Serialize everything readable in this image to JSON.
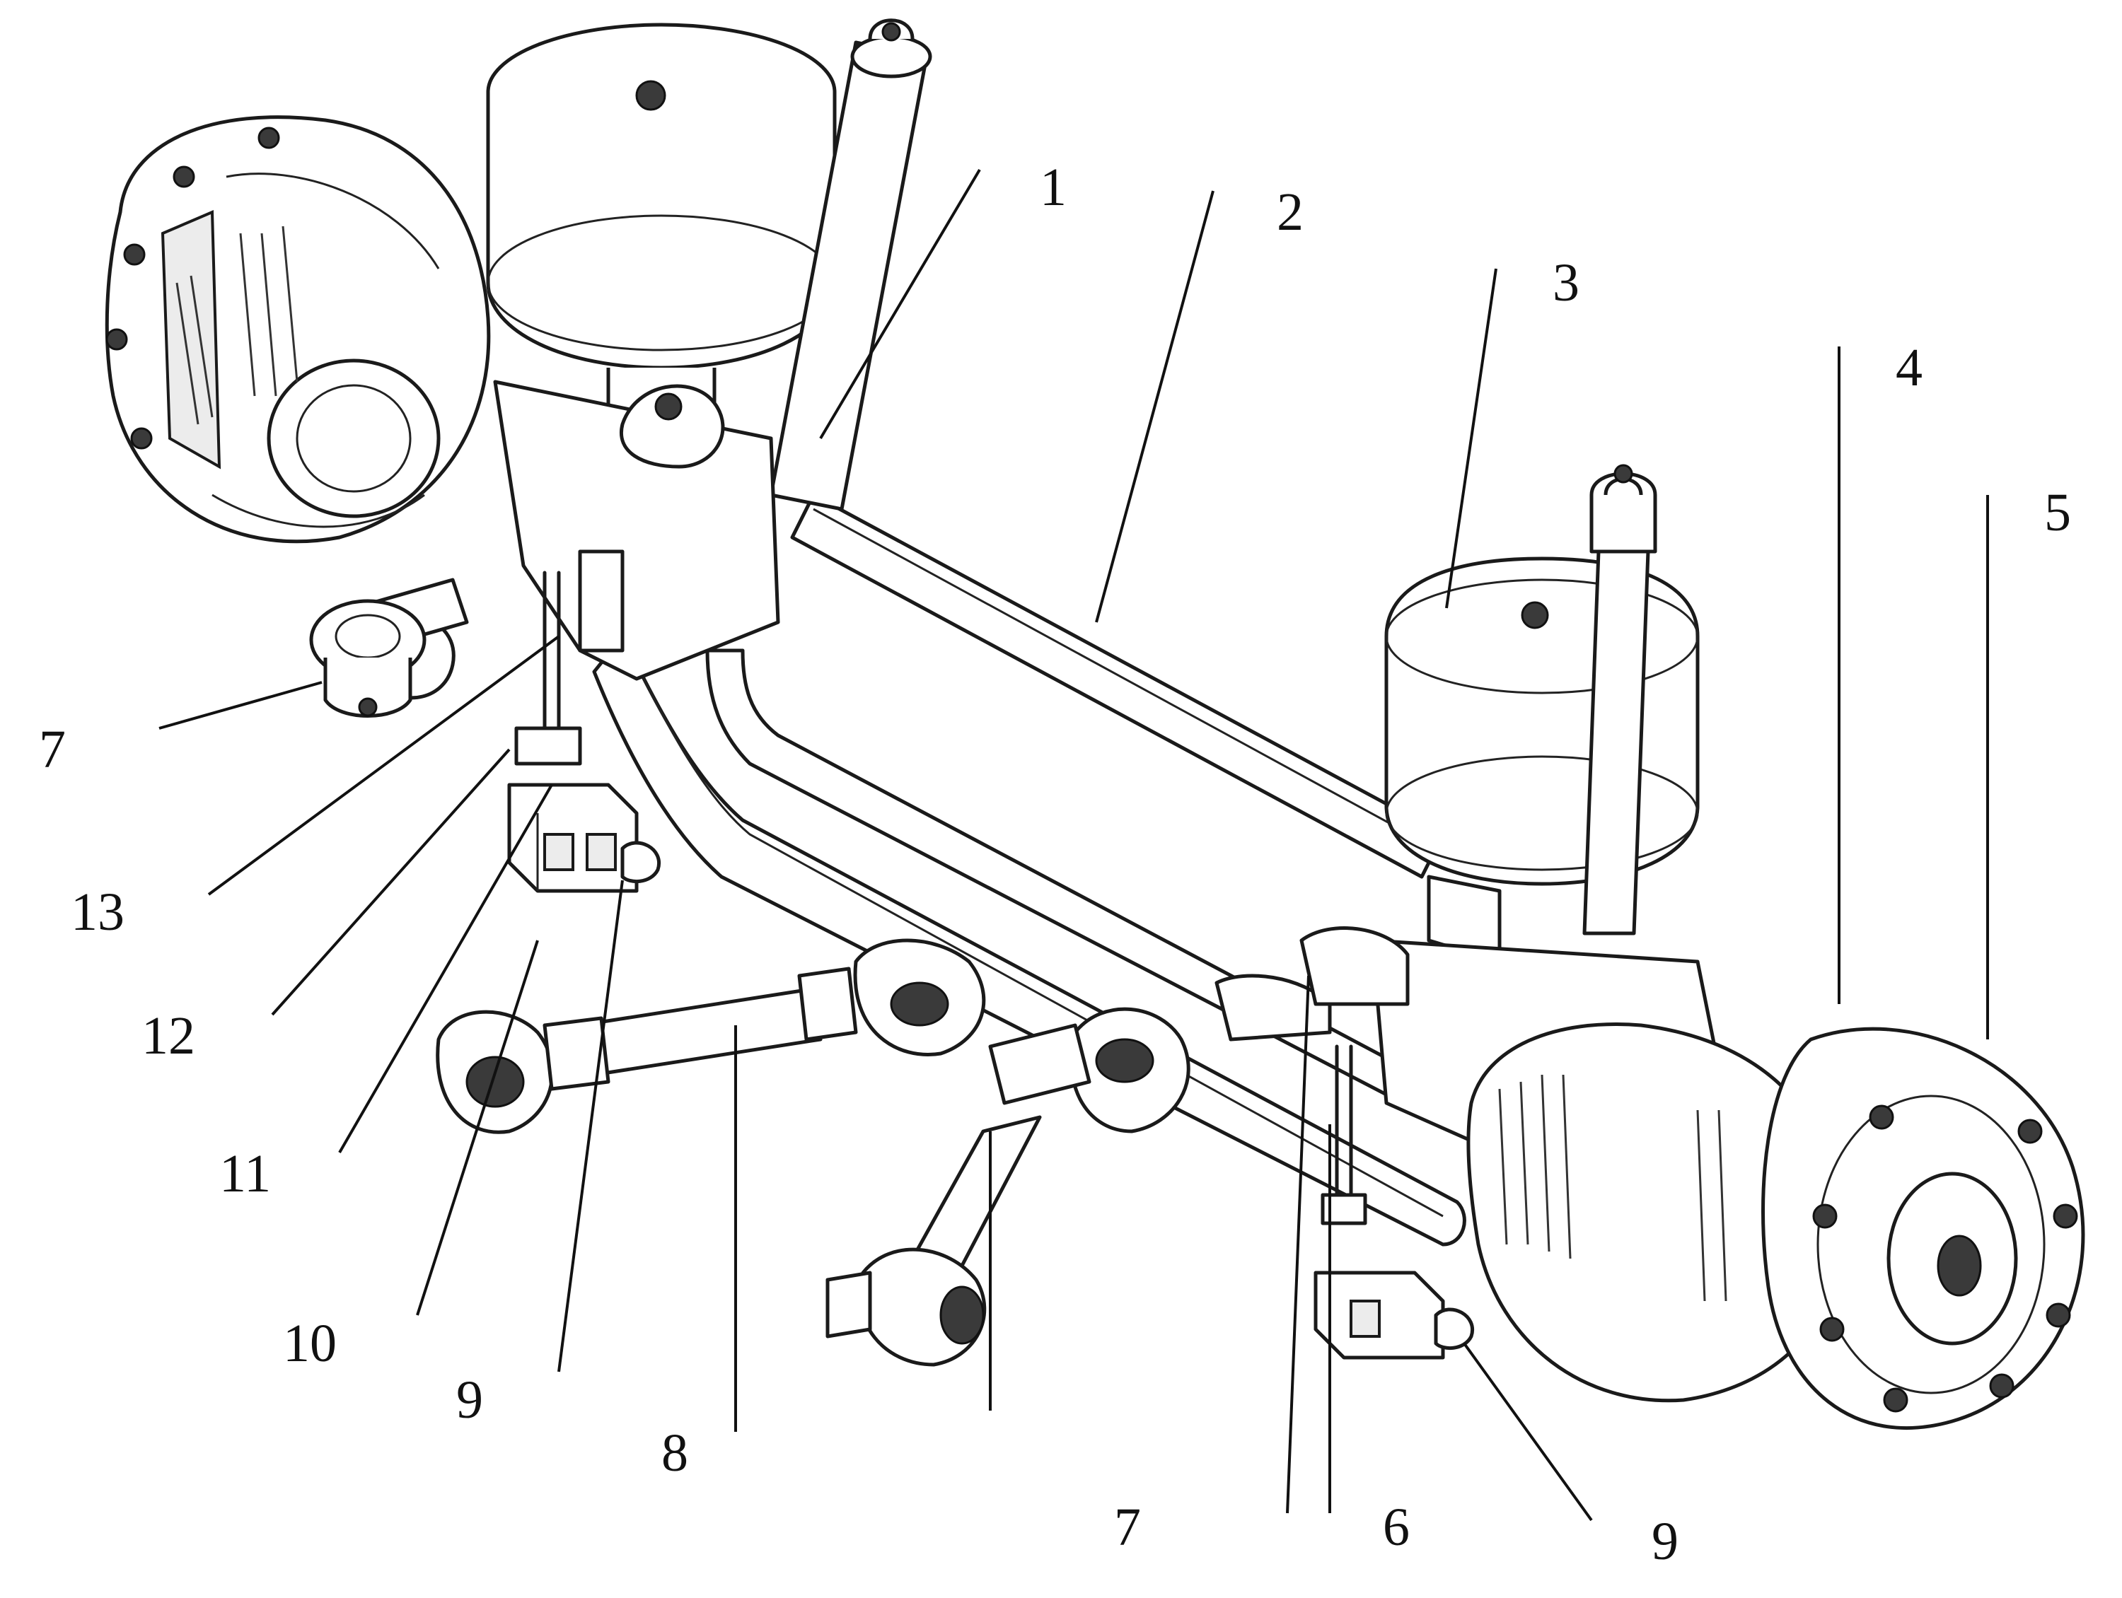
{
  "figure": {
    "labels": [
      {
        "id": "1",
        "text": "1"
      },
      {
        "id": "2",
        "text": "2"
      },
      {
        "id": "3",
        "text": "3"
      },
      {
        "id": "4",
        "text": "4"
      },
      {
        "id": "5",
        "text": "5"
      },
      {
        "id": "6",
        "text": "6"
      },
      {
        "id": "7a",
        "text": "7"
      },
      {
        "id": "7b",
        "text": "7"
      },
      {
        "id": "8",
        "text": "8"
      },
      {
        "id": "9a",
        "text": "9"
      },
      {
        "id": "9b",
        "text": "9"
      },
      {
        "id": "10",
        "text": "10"
      },
      {
        "id": "11",
        "text": "11"
      },
      {
        "id": "12",
        "text": "12"
      },
      {
        "id": "13",
        "text": "13"
      }
    ]
  }
}
